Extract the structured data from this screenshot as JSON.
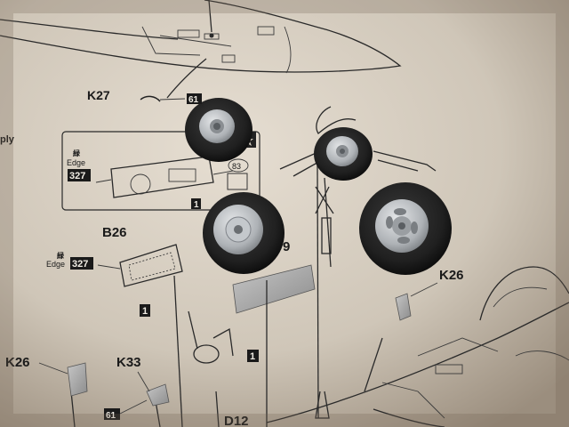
{
  "labels": {
    "k27": "K27",
    "k27_num": "61",
    "edge_top_word": "Edge",
    "edge_top_num": "327",
    "edge_top_kanji": "緑",
    "part_83": "83",
    "part_1_top": "1",
    "b26": "B26",
    "edge_mid_kanji": "緑",
    "edge_mid_word": "Edge",
    "edge_mid_num": "327",
    "part_1_mid": "1",
    "part_9": "9",
    "part_1_low": "1",
    "k26_right": "K26",
    "k26_left": "K26",
    "k33": "K33",
    "k33_num": "61",
    "d12": "D12",
    "ply": "ply"
  },
  "colors": {
    "paper": "#ddd5c8",
    "shadow": "#6e5f50",
    "tire": "#1e1e1e",
    "hub": "#b8bcc0",
    "part_grey": "#a8a8a8"
  }
}
